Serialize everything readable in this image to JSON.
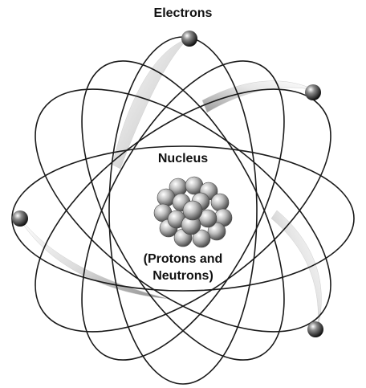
{
  "labels": {
    "electrons": "Electrons",
    "nucleus": "Nucleus",
    "constituents_line1": "(Protons and",
    "constituents_line2": "Neutrons)"
  },
  "colors": {
    "background": "#ffffff",
    "orbit": "#1a1a1a",
    "text": "#111111",
    "ribbon_light": "#f4f4f4",
    "ribbon_dark": "#9a9a9a",
    "nucleon_light": "#f2f2f2",
    "nucleon_dark": "#555555"
  },
  "icons": {
    "electron": "sphere",
    "nucleus": "particle-cluster"
  }
}
